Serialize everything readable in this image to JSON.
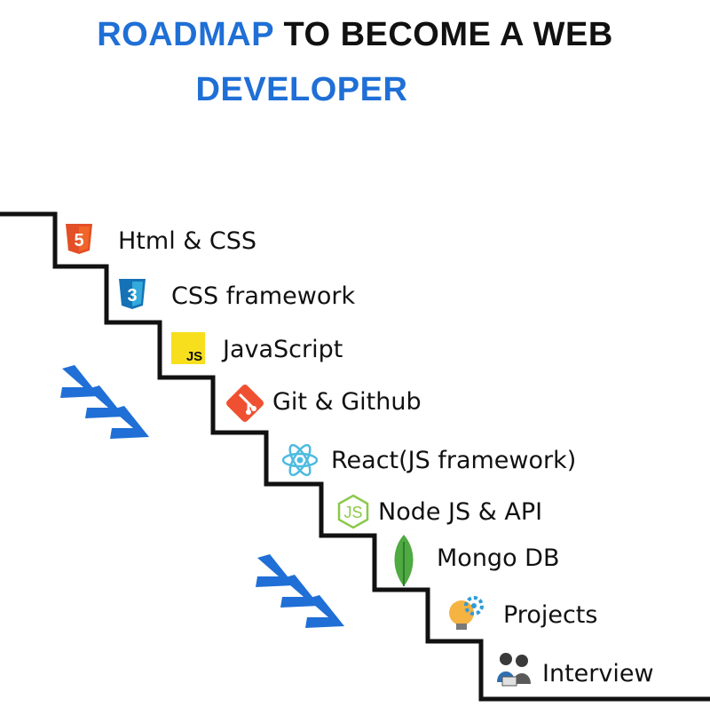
{
  "title": {
    "line1_highlight": "ROADMAP",
    "line1_rest": "TO BECOME A WEB",
    "line2": "DEVELOPER"
  },
  "steps": [
    {
      "label": "Html & CSS",
      "icon": "html5-icon"
    },
    {
      "label": "CSS  framework",
      "icon": "css3-icon"
    },
    {
      "label": "JavaScript",
      "icon": "js-icon"
    },
    {
      "label": "Git & Github",
      "icon": "git-icon"
    },
    {
      "label": "React(JS framework)",
      "icon": "react-icon"
    },
    {
      "label": "Node JS & API",
      "icon": "nodejs-icon"
    },
    {
      "label": "Mongo DB",
      "icon": "mongodb-icon"
    },
    {
      "label": "Projects",
      "icon": "lightbulb-gear-icon"
    },
    {
      "label": "Interview",
      "icon": "interview-people-icon"
    }
  ],
  "icon_text": {
    "html5": "5",
    "css3": "3",
    "js": "JS"
  },
  "colors": {
    "title_blue": "#1f6fd6",
    "title_black": "#111111",
    "arrow_blue": "#1f6fd6",
    "html_orange": "#e34f26",
    "css_blue": "#1572b6",
    "js_yellow": "#f7df1e",
    "git_red": "#f05032",
    "react_cyan": "#61dafb",
    "node_green": "#8cc84b",
    "mongo_green": "#4faa41"
  }
}
